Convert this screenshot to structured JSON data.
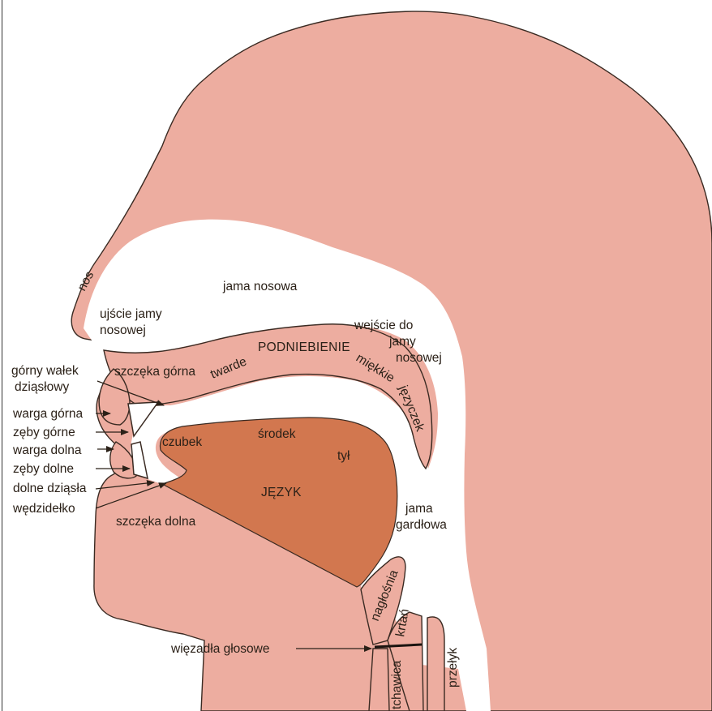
{
  "colors": {
    "skin": "#EDADA0",
    "tongue": "#D2774F",
    "outline": "#3a2a22",
    "background": "#FFFFFF"
  },
  "labels": {
    "nos": "nos",
    "jama_nosowa": "jama nosowa",
    "ujscie_line1": "ujście jamy",
    "ujscie_line2": "nosowej",
    "wejscie_line1": "wejście do",
    "wejscie_line2": "jamy",
    "wejscie_line3": "nosowej",
    "gorny_walek_line1": "górny wałek",
    "gorny_walek_line2": "dziąsłowy",
    "szczeka_gorna": "szczęka górna",
    "twarde": "twarde",
    "podniebienie": "PODNIEBIENIE",
    "miekkie": "miękkie",
    "jezyczek": "języczek",
    "warga_gorna": "warga górna",
    "zeby_gorne": "zęby górne",
    "warga_dolna": "warga dolna",
    "zeby_dolne": "zęby dolne",
    "dolne_dziasla": "dolne dziąsła",
    "wedzidelko": "wędzidełko",
    "czubek": "czubek",
    "srodek": "środek",
    "tyl": "tył",
    "jezyk": "JĘZYK",
    "szczeka_dolna": "szczęka dolna",
    "jama_gardlowa_line1": "jama",
    "jama_gardlowa_line2": "gardłowa",
    "naglosnia": "nagłośnia",
    "krtan": "krtań",
    "wiezadla_glosowe": "więzadła głosowe",
    "tchawica": "tchawica",
    "przelyk": "przełyk"
  }
}
